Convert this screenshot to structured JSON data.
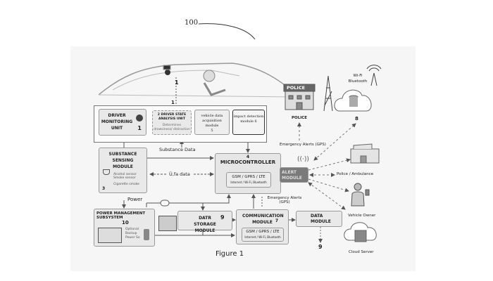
{
  "reference_numeral": "100",
  "figure_caption": "Figure 1",
  "car": {
    "label": "1"
  },
  "driver_unit_group": {
    "driver_monitoring": {
      "title": "DRIVER MONITORING UNIT",
      "number": "1"
    },
    "driver_state": {
      "number": "2",
      "title": "DRIVER STATE ANALYSIS UNIT",
      "subtitle": "Determines drowsiness/ distraction"
    },
    "vehicle_data": {
      "title": "vehicle data acquisition module",
      "number": "5"
    },
    "impact_detection": {
      "title": "impact detection module 6"
    },
    "connector_number": "1"
  },
  "substance": {
    "title": "SUBSTANCE SENSING MODULE",
    "sensors": "Alcohol sensor Smoke sensor",
    "cigarette": "Cigarette smoke",
    "number": "3"
  },
  "substance_data_label": "Substance Data",
  "data_link_label": "Ü,fa data",
  "microcontroller": {
    "number": "4",
    "title": "MICROCONTROLLER",
    "gsm": "GSM / GPRS / LTE",
    "gsm_sub": "Internet / Wi-Fi, Bluetooth"
  },
  "alert_module": {
    "title": "ALERT MODULE"
  },
  "power_label": "Power",
  "power_management": {
    "title": "POWER MANAGEMENT SUBSYSTEM",
    "number": "10",
    "backup": "Optional Backup Power So"
  },
  "data_storage": {
    "title": "DATR STORAGE MODULE",
    "number": "9"
  },
  "communication": {
    "title": "COMMUNICATION MODULE",
    "number": "7",
    "gsm": "GSM / GPRS / LTE",
    "gsm_sub": "Internet / Wi-Fi, Bluetooth"
  },
  "emergency_alerts_lower": "Emergency Alerts (GPS)",
  "data_module": {
    "title": "DATA MODULE",
    "output_number": "9"
  },
  "police": {
    "sign": "POLICE",
    "label": "POLICE"
  },
  "wireless": {
    "label": "Wi-Fi Bluetooth",
    "number": "8"
  },
  "emergency_alerts_upper": "Emergency Alerts (GPS)",
  "police_ambulance": "Police / Ambulance",
  "vehicle_owner": "Vehicle Owner",
  "cloud_server": "Cloud Server"
}
